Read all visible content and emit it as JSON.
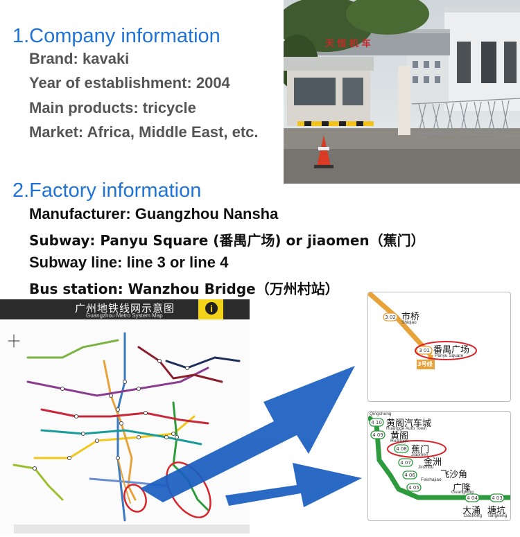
{
  "company": {
    "heading": "1.Company information",
    "brand": "Brand: kavaki",
    "year": "Year of establishment: 2004",
    "products": "Main products: tricycle",
    "market": "Market: Africa, Middle East, etc."
  },
  "factory": {
    "heading": "2.Factory information",
    "manufacturer": "Manufacturer: Guangzhou Nansha",
    "subway": "Subway: Panyu Square (番禺广场) or jiaomen（蕉门）",
    "line": "Subway line: line 3 or line 4",
    "bus": "Bus station: Wanzhou Bridge（万州村站）"
  },
  "photo": {
    "sign_text": "天 恒  机  车"
  },
  "map": {
    "title_cn": "广州地铁线网示意图",
    "title_en": "Guangzhou Metro System Map",
    "info_glyph": "i"
  },
  "inset_line3": {
    "stations": [
      {
        "cn": "市桥",
        "en": "Shiqiao",
        "code": "3 02"
      },
      {
        "cn": "番禺广场",
        "en": "Panyu Square",
        "code": "3 01"
      }
    ],
    "line_badge": "3号线"
  },
  "inset_line4": {
    "top_label": "Qingsheng",
    "stations": [
      {
        "cn": "黄阁汽车城",
        "en": "Huangge Auto Town",
        "code": "4 10"
      },
      {
        "cn": "黄阁",
        "en": "Huangge",
        "code": "4 09"
      },
      {
        "cn": "蕉门",
        "en": "Jiaomen",
        "code": "4 08"
      },
      {
        "cn": "金洲",
        "en": "Jinzhou",
        "code": "4 07"
      },
      {
        "cn": "飞沙角",
        "en": "Feishajiao",
        "code": "4 06"
      },
      {
        "cn": "广隆",
        "en": "Guanglong",
        "code": "4 05"
      },
      {
        "cn": "大涌",
        "en": "Dachong",
        "code": "4 04"
      },
      {
        "cn": "塘坑",
        "en": "Tangkeng",
        "code": "4 03"
      }
    ]
  },
  "colors": {
    "heading_blue": "#1f73d6",
    "arrow_blue": "#1a5ec0",
    "line3_orange": "#e8a23a",
    "line4_green": "#2e9a3e",
    "highlight_red": "#d8232a"
  }
}
